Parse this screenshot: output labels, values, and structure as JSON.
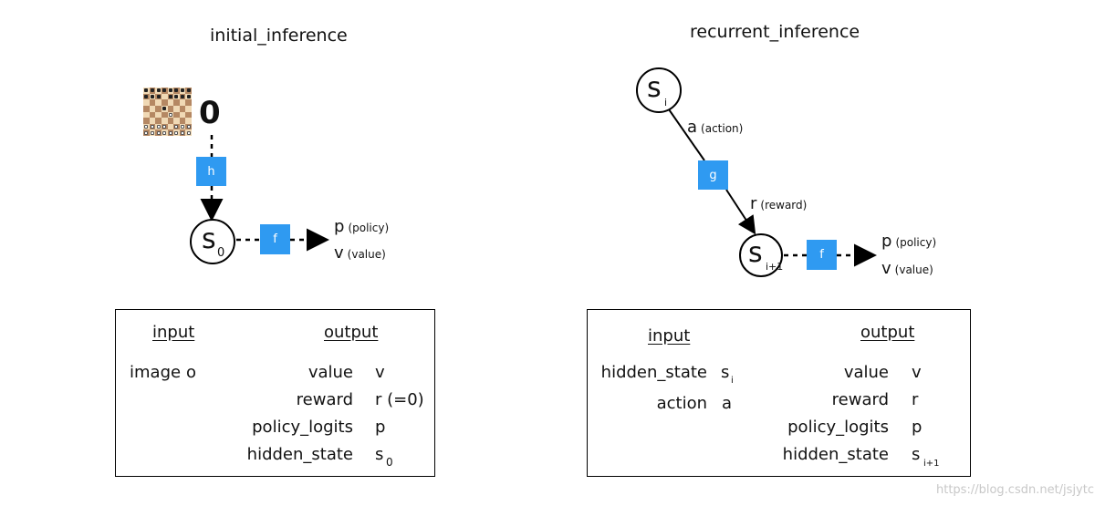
{
  "left": {
    "title": "initial_inference",
    "observation_label": "0",
    "h_label": "h",
    "state_main": "s",
    "state_sub": "0",
    "f_label": "f",
    "out_p": "p",
    "out_p_note": "(policy)",
    "out_v": "v",
    "out_v_note": "(value)",
    "table": {
      "input_header": "input",
      "output_header": "output",
      "inputs": [
        {
          "name": "image",
          "sym": "o"
        }
      ],
      "outputs": [
        {
          "name": "value",
          "sym": "v",
          "sub": ""
        },
        {
          "name": "reward",
          "sym": "r (=0)",
          "sub": ""
        },
        {
          "name": "policy_logits",
          "sym": "p",
          "sub": ""
        },
        {
          "name": "hidden_state",
          "sym": "s",
          "sub": "0"
        }
      ]
    }
  },
  "right": {
    "title": "recurrent_inference",
    "state_in_main": "s",
    "state_in_sub": "i",
    "action_main": "a",
    "action_note": "(action)",
    "g_label": "g",
    "reward_main": "r",
    "reward_note": "(reward)",
    "state_out_main": "s",
    "state_out_sub": "i+1",
    "f_label": "f",
    "out_p": "p",
    "out_p_note": "(policy)",
    "out_v": "v",
    "out_v_note": "(value)",
    "table": {
      "input_header": "input",
      "output_header": "output",
      "inputs": [
        {
          "name": "hidden_state",
          "sym": "s",
          "sub": "i"
        },
        {
          "name": "action",
          "sym": "a",
          "sub": ""
        }
      ],
      "outputs": [
        {
          "name": "value",
          "sym": "v",
          "sub": ""
        },
        {
          "name": "reward",
          "sym": "r",
          "sub": ""
        },
        {
          "name": "policy_logits",
          "sym": "p",
          "sub": ""
        },
        {
          "name": "hidden_state",
          "sym": "s",
          "sub": "i+1"
        }
      ]
    }
  },
  "watermark": "https://blog.csdn.net/jsjytc",
  "colors": {
    "function_box": "#2f9af1"
  },
  "icons": {
    "observation": "chessboard-icon"
  }
}
